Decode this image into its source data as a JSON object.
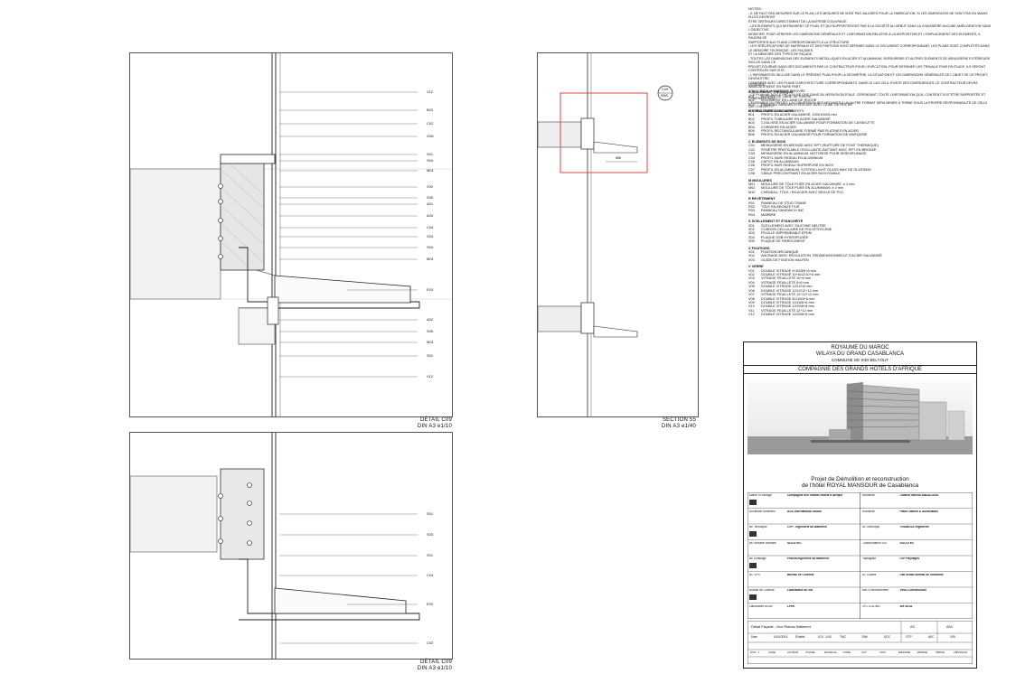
{
  "drawings": {
    "detail_top": {
      "title": "DÉTAIL C09",
      "scale": "DIN A3  e1/10",
      "tags": [
        "V12",
        "B03",
        "C02",
        "G06",
        "S01",
        "S04",
        "M01",
        "V02",
        "S05",
        "A01",
        "A03",
        "C04",
        "S03",
        "S04",
        "M01",
        "E03",
        "A02",
        "S05",
        "M01",
        "S01",
        "V12"
      ]
    },
    "section": {
      "title": "SECTION 55",
      "scale": "DIN A3  e1/40",
      "callout": "C09",
      "callout_sub": "5555",
      "dim": "888"
    },
    "detail_bottom": {
      "title": "DÉTAIL C09",
      "scale": "DIN A3  e1/10",
      "tags": [
        "S01",
        "S03",
        "S01",
        "C04",
        "E03",
        "C02"
      ]
    }
  },
  "notes": {
    "title": "NOTES :",
    "lines": [
      "- IL NE FAUT PAS MESURER SUR LE PLAN, LES MESURES NE SONT PAS VALIDÉES POUR LA FABRICATION, SI LES DIMENSIONS NE SONT PAS EN MAINS, ELLES DEVRONT",
      "ÊTRE OBTENUES DIRECTEMENT DE LA MAÎTRISE D'OUVRAGE.",
      "- LES ÉLÉMENTS QUI DEFINISSENT CE PLAN, ET QUI SUPPORTERONT PAR À LA SOCIÉTÉ AU DÉBUT SANS LA CHAISSIÈRE AUCUNE AMÉLIORATION SANS L'OBJECTIVE",
      "MODIFIER, POUR VÉRIFIER LES DIMENSIONS GÉNÉRALES ET L'INFORMATION RELATIVE À LA DISPOSITION ET L'EMPLACEMENT DES ÉLÉMENTS, IL FAUDRA SE",
      "RAPPORTER AUX PLANS CORRESPONDANTS À LA STRUCTURE.",
      "- LES SPÉCIFICATIONS DE MATÉRIAUX ET DES FINITIONS SONT DÉFINIES DANS LE DOCUMENT CORRESPONDANT, LES PLANS SONT COMPLÉTÉS DANS LE MÉMOIRE TECHNIQUE. LES FAÇADES",
      "ET LA MÉMOIRE DES TYPES DE FAÇADE.",
      "- TOUTES LES DIMENSIONS DES ÉLÉMENTS MÉTALLIQUES EN ACIER ET ALUMINIUM, SERRURERIE ET AUTRES ÉLÉMENTS DE MENUISERIE EXTÉRIEURE INCLUS DANS CE",
      "PROJET FOURNIR DANS DES DOCUMENTS PAR LE CONTRACTEUR POUR L'EXÉCUTION, POUR DESSINER LES TRAVAUX FINIS EN PLACE, ILS SERONT CONTRÔLÉS SUR SITE.",
      "- L'INFORMATION INCLUSE DANS LE PRÉSENT PLAN POUR LA GÉOMÉTRIE, LA SITUATION ET LES DIMENSIONS GÉNÉRALES DE L'OBJET DE CE PROJET, DEVRA ÊTRE",
      "COMPARÉE AVEC LES PLANS D'ARCHITECTURE CORRESPONDANTS. DANS LE CAS OÙ IL EXISTE DES DIVERGENCES, LE CONTRACTEUR DEVRA IMMÉDIATEMENT EN FAIRE PART",
      "SOLLICITÉ À LA MAÎTRISE D'ŒUVRE.",
      "- CE PLAN NE DOIT ÊTRE UTILISÉ QUE DANS SA VERSION DIGITALE. CEPENDANT, TOUTE L'INFORMATION QU'IL CONTIENT DOIT ÊTRE RAPPORTÉE ET COMPARÉE AVEC",
      "L'ENSEMBLE DU PROJET. LA CONVERSION DES ARCHIVES À UN AUTRE FORMAT SERA MENÉE À TERME SOUS LA PROPRE RESPONSABILITÉ DE CELUI QUI CONVERTIT",
      "LES DOCUMENTS DE DOCUMENTS."
    ]
  },
  "legend": {
    "title": "LÉGENDE:",
    "groups": [
      {
        "title": "A   ISOLEMENT THERMIQUE",
        "items": [
          [
            "A01",
            "BOURRE DE LAINE DE ROCHE"
          ],
          [
            "A02",
            "ISOLEMENT EN LAINE DE ROCHE"
          ],
          [
            "A03",
            "PANNEAU SANDWICH ISOLANT AVEC LAINE DE ROCHE"
          ]
        ]
      },
      {
        "title": "B   STRUCTURE AUXILIAIRE",
        "items": [
          [
            "B01",
            "PROFIL EN ACIER GALVANISÉ, 100X100X5 mm"
          ],
          [
            "B02",
            "PROFIL TUBULAIRE EN ACIER GALVANISÉ"
          ],
          [
            "B03",
            "COULISSE EN ACIER GALVANISÉ POUR FORMATION DE CASSEUTTE"
          ],
          [
            "B04",
            "CORNIÈRE EN ACIER"
          ],
          [
            "B05",
            "PROFIL RECTANGULAIRE FORMÉ PAR PLATINES EN ACIER"
          ],
          [
            "B06",
            "PROFIL EN ACIER GALVANISÉ POUR FORMATION DE MARQUISE"
          ]
        ]
      },
      {
        "title": "C   ÉLÉMENTS DE BOIS",
        "items": [
          [
            "C01",
            "MENUISERIE EN BRONZE AVEC RPT (RUPTURE DE PONT THERMIQUE)"
          ],
          [
            "C02",
            "FENÊTRE PRATICABLE OSCILLANTE-BATTANT AVEC RPT EN BRONZE"
          ],
          [
            "C03",
            "MENUISERIE EN ALUMINIUM, MOTORISÉ POUR DÉSENFUMAGE"
          ],
          [
            "C04",
            "PROFIL MURI RIDEAU EN ALUMINIUM"
          ],
          [
            "C05",
            "CAPOT EN ALUMINIUM"
          ],
          [
            "C06",
            "PROFIL MUR RIDEAU SUPERPOSÉ EN INOX"
          ],
          [
            "C07",
            "PROFIL EN ALUMINIUM, SYSTEM LIGHT GLASS MAX DE GLASSING"
          ],
          [
            "C08",
            "CÂBLE PRÉCONTRAINT EN ACIER INOXYDABLE"
          ]
        ]
      },
      {
        "title": "M   MOULURES",
        "items": [
          [
            "M01",
            "MOULURE DE TÔLE PLIÉE EN ACIER GALVANISÉ, e 2 mm"
          ],
          [
            "M02",
            "MOULURE DE TÔLE PLIÉE EN ALUMINIUM, e 2 mm"
          ],
          [
            "M10",
            "CHÉNEAU, TÔLE / EN ACIER AVEC REGLE DE PVC"
          ]
        ]
      },
      {
        "title": "R   REVÊTEMENT",
        "items": [
          [
            "R01",
            "PANNEAU DE STUD TRAME"
          ],
          [
            "R02",
            "TÔLE EN BRONZE PLIÉ"
          ],
          [
            "R03",
            "PANNEAU SANDWICH INC"
          ],
          [
            "R04",
            "MARBRE"
          ]
        ]
      },
      {
        "title": "S   SCELLEMENT ET ÉTANCHÉITÉ",
        "items": [
          [
            "S01",
            "SCELLEMENT AVEC SILICONE NEUTRE"
          ],
          [
            "S02",
            "CORDON CELLULAIRE DE POLYÉTHYLÈNE"
          ],
          [
            "S03",
            "FEUILLE IMPERMÉABLE EPDM"
          ],
          [
            "S04",
            "PLAQUE DSB HYDROFUGÉE"
          ],
          [
            "S05",
            "PLAQUE DE FIBROCIMENT"
          ]
        ]
      },
      {
        "title": "X   FIXATIONS",
        "items": [
          [
            "X01",
            "FIXATION MÉCANIQUE"
          ],
          [
            "X02",
            "ANCRAGE AVEC RÉGULATION TRIDIMENSIONNELLE D'ACIER GALVANISÉ"
          ],
          [
            "X03",
            "GUIDE DE FIXATION HALFEN"
          ]
        ]
      },
      {
        "title": "V   VERRE",
        "items": [
          [
            "V01",
            "DOUBLE VITRAGE 6+6/15/6+6 mm"
          ],
          [
            "V02",
            "DOUBLE VITRAGE 10+6/12/10+6 mm"
          ],
          [
            "V03",
            "VITRAGE FEUILLETÉ 10+6 mm"
          ],
          [
            "V04",
            "VITRAGE FEUILLETÉ 6+6 mm"
          ],
          [
            "V05",
            "DOUBLE VITRAGE 12/12/10 mm"
          ],
          [
            "V06",
            "DOUBLE VITRAGE 12/12/12+12 mm"
          ],
          [
            "V07",
            "VITRAGE FEUILLETÉ 12+12+12 mm"
          ],
          [
            "V08",
            "DOUBLE VITRAGE 6C/16/6+6 mm"
          ],
          [
            "V09",
            "DOUBLE VITRAGE 10/16/6+6 mm"
          ],
          [
            "V10",
            "DOUBLE VITRAGE 12/20/8+8 mm"
          ],
          [
            "V11",
            "VITRAGE FEUILLETÉ 12+12 mm"
          ],
          [
            "V12",
            "DOUBLE VITRAGE 12/20/8+8 mm"
          ]
        ]
      }
    ]
  },
  "title_block": {
    "line1": "ROYAUME DU MAROC",
    "line2": "WILAYA DU GRAND CASABLANCA",
    "line3": "COMMUNE DE SIDI BELYOUT",
    "company": "COMPAGNIE DES GRANDS HOTELS D'AFRIQUE",
    "project1": "Projet de Démolition et reconstruction",
    "project2": "de l'hôtel ROYAL MANSOUR de Casablanca",
    "roles": [
      {
        "role": "Maître d'Ouvrage",
        "name": "Compagnie des Grands Hôtels d'Afrique"
      },
      {
        "role": "Architecte",
        "name": "Cabinet Rachid ANDALOSSI"
      },
      {
        "role": "Architecte d'intérieur",
        "name": "AGS International Studio"
      },
      {
        "role": "Architecte",
        "name": "Pablo Gabriel & Associados"
      },
      {
        "role": "BE Technique",
        "name": "OTP - Ingénierie du Bâtiment"
      },
      {
        "role": "BE Technique",
        "name": "TRIANGLE Ingénierie"
      },
      {
        "role": "BE Sécurité Incendie",
        "name": "SOCOTEC"
      },
      {
        "role": "Coordonnateur SSI",
        "name": "SOCOTEC"
      },
      {
        "role": "BE Éclairage",
        "name": "Pracha Ingénierie du Bâtiment"
      },
      {
        "role": "Paysagiste",
        "name": "LVP Paysages"
      },
      {
        "role": "BC SPS",
        "name": "Bureau de Contrôle"
      },
      {
        "role": "BC Cuisine",
        "name": "Lab Sebah Bureau de Solutions"
      },
      {
        "role": "Bureau de Contrôle",
        "name": "Laboratoire du Sol"
      },
      {
        "role": "AMO Environnement",
        "name": "VINCI Construction"
      },
      {
        "role": "Laboratoire du sol",
        "name": "LPEE"
      },
      {
        "role": "OPC & AOMO",
        "name": "ARTELIA"
      }
    ],
    "drawing_title": "Détail Façade - Mur Rideau Bâtiment",
    "sheet": "A01",
    "format": "A3",
    "footer_labels": [
      "DOC. 1",
      "FASE",
      "AUTEUR",
      "PHASE",
      "ÉCHELLE",
      "CODE",
      "LOT",
      "DOC",
      "DESSINÉ",
      "VÉRIFIÉ",
      "INDICE",
      "RÉVISION"
    ],
    "footer_values": [
      "Date",
      "14/01/2014",
      "Échelle",
      "1/10 - 1/40",
      "TMC",
      "RA6",
      "DOC",
      "ETP",
      "AEC",
      "005"
    ]
  }
}
